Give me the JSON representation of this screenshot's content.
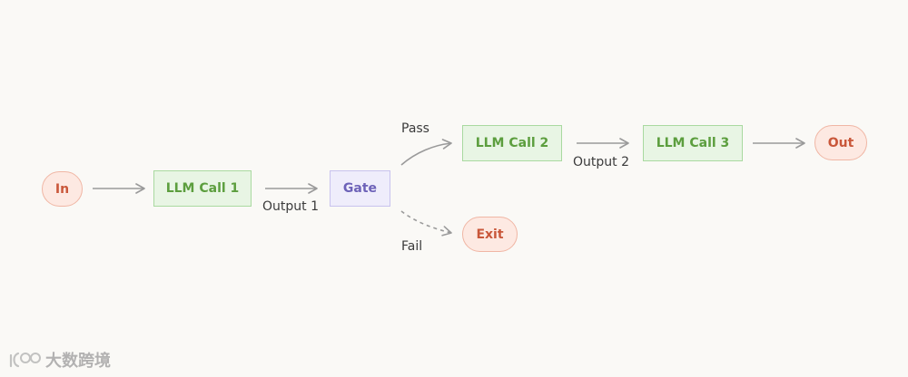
{
  "nodes": {
    "in": "In",
    "llm_call_1": "LLM Call 1",
    "gate": "Gate",
    "llm_call_2": "LLM Call 2",
    "llm_call_3": "LLM Call 3",
    "out": "Out",
    "exit": "Exit"
  },
  "edge_labels": {
    "output_1": "Output 1",
    "pass": "Pass",
    "fail": "Fail",
    "output_2": "Output 2"
  },
  "watermark": {
    "text": "大数跨境"
  },
  "colors": {
    "pill_fill": "#fde9e2",
    "pill_text": "#c9573a",
    "llm_fill": "#e8f5e4",
    "llm_text": "#5c9e3e",
    "gate_fill": "#efedfb",
    "gate_text": "#6d62b8",
    "arrow": "#9a9a9a"
  }
}
